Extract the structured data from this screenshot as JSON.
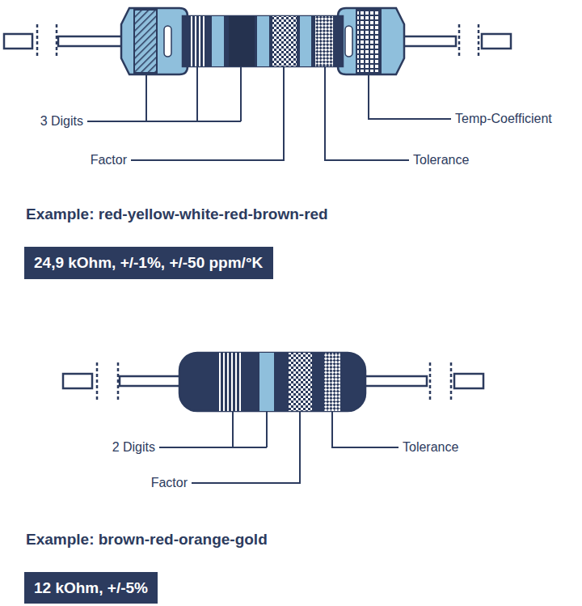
{
  "diagram": {
    "nodes": [
      {
        "text": [
          "24,9 kOhm, +/-1%, +/-50 ppm/°K"
        ]
      },
      {
        "text": [
          "12 kOhm, +/-5%"
        ]
      }
    ],
    "labels": [
      "3 Digits",
      "Factor",
      "Tolerance",
      "Temp-Coefficient",
      "Example: red-yellow-white-red-brown-red",
      "2 Digits",
      "Factor",
      "Tolerance",
      "Example: brown-red-orange-gold"
    ]
  }
}
